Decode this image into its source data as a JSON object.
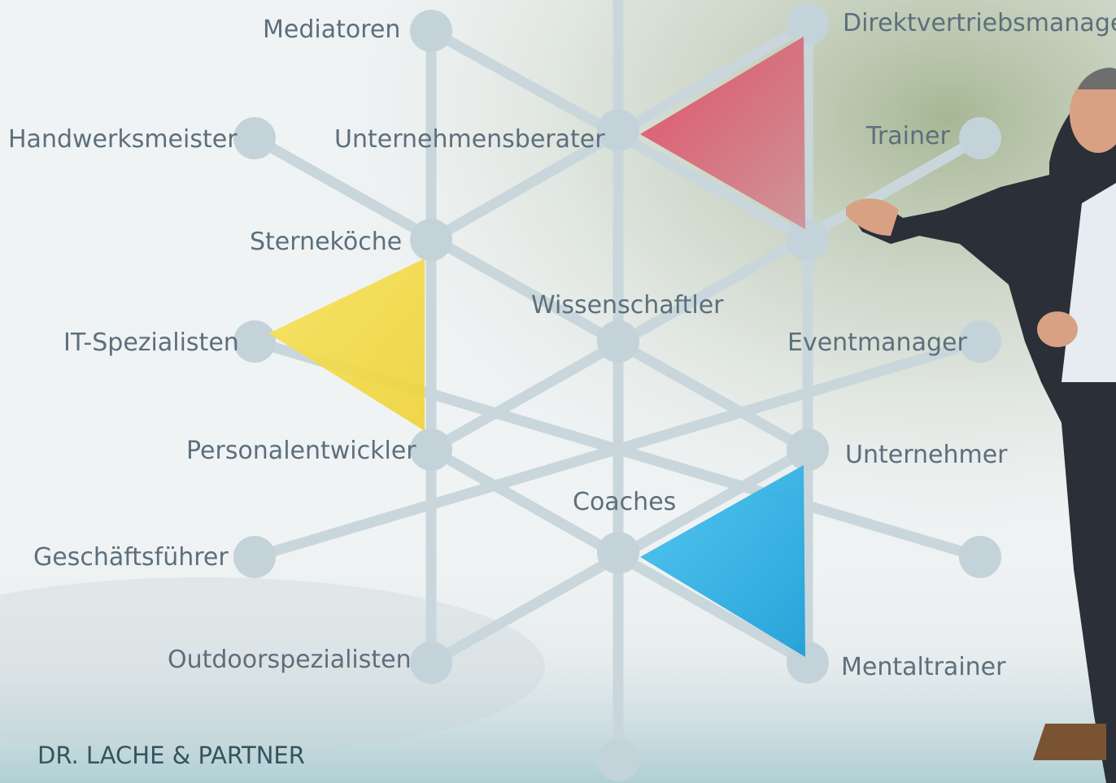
{
  "company": "DR. LACHE & PARTNER",
  "labels": {
    "mediatoren": "Mediatoren",
    "direktvertriebsmanager": "Direktvertriebsmanager",
    "handwerksmeister": "Handwerksmeister",
    "unternehmensberater": "Unternehmensberater",
    "trainer": "Trainer",
    "sternekoeche": "Sterneköche",
    "wissenschaftler": "Wissenschaftler",
    "it_spezialisten": "IT-Spezialisten",
    "eventmanager": "Eventmanager",
    "personalentwickler": "Personalentwickler",
    "unternehmer": "Unternehmer",
    "coaches": "Coaches",
    "geschaeftsfuehrer": "Geschäftsführer",
    "outdoorspezialisten": "Outdoorspezialisten",
    "mentaltrainer": "Mentaltrainer"
  },
  "colors": {
    "network": "#c9d7dc",
    "node": "#c4d3d9",
    "triangle_red": "#d46e7e",
    "triangle_yellow": "#f3dc4a",
    "triangle_blue": "#3fb5e8",
    "label": "#5c6f7c"
  }
}
